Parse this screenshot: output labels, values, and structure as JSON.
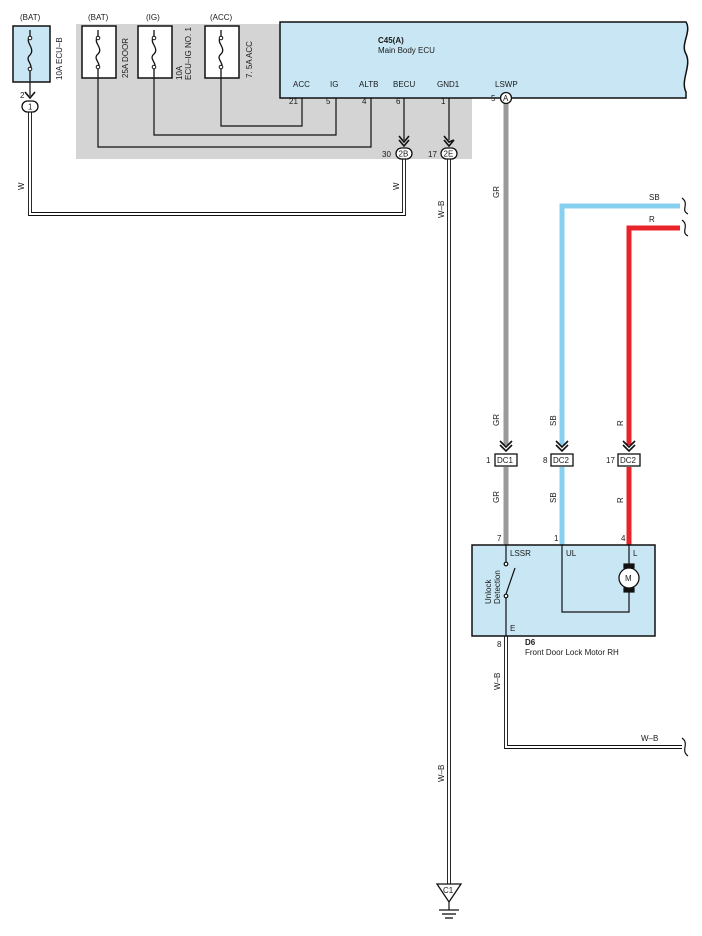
{
  "fuses": [
    {
      "source": "(BAT)",
      "name": "10A ECU–B"
    },
    {
      "source": "(BAT)",
      "name": "25A DOOR"
    },
    {
      "source": "(IG)",
      "name_line1": "10A",
      "name_line2": "ECU–IG NO. 1"
    },
    {
      "source": "(ACC)",
      "name": "7. 5A ACC"
    }
  ],
  "ecu": {
    "code": "C45(A)",
    "name": "Main Body ECU",
    "terminals": [
      {
        "name": "ACC",
        "pin": "21"
      },
      {
        "name": "IG",
        "pin": "5"
      },
      {
        "name": "ALTB",
        "pin": "4"
      },
      {
        "name": "BECU",
        "pin": "6"
      },
      {
        "name": "GND1",
        "pin": "1"
      },
      {
        "name": "LSWP",
        "pin": "5"
      }
    ],
    "lswp_connector": "A"
  },
  "connectors": {
    "c1": {
      "pin": "2",
      "label": "1"
    },
    "c2b": {
      "pin": "30",
      "label": "2B"
    },
    "c2e": {
      "pin": "17",
      "label": "2E"
    },
    "dc1": {
      "pin": "1",
      "label": "DC1"
    },
    "dc2_sb": {
      "pin": "8",
      "label": "DC2"
    },
    "dc2_r": {
      "pin": "17",
      "label": "DC2"
    }
  },
  "wires": {
    "w": "W",
    "wb": "W–B",
    "gr": "GR",
    "sb": "SB",
    "r": "R"
  },
  "motor": {
    "code": "D6",
    "name": "Front Door Lock Motor RH",
    "terminals": {
      "lssr": "LSSR",
      "ul": "UL",
      "l": "L",
      "e": "E"
    },
    "pins": {
      "lssr": "7",
      "ul": "1",
      "l": "4",
      "e": "8"
    },
    "switch_label_1": "Unlock",
    "switch_label_2": "Detection",
    "motor_symbol": "M"
  },
  "ground": {
    "label": "C1"
  },
  "colors": {
    "panel_gray": "#d4d4d4",
    "ecu_fill": "#c8e6f4",
    "wire_gray": "#9a9a9a",
    "wire_skyblue": "#87d0ef",
    "wire_red": "#e8242a"
  }
}
